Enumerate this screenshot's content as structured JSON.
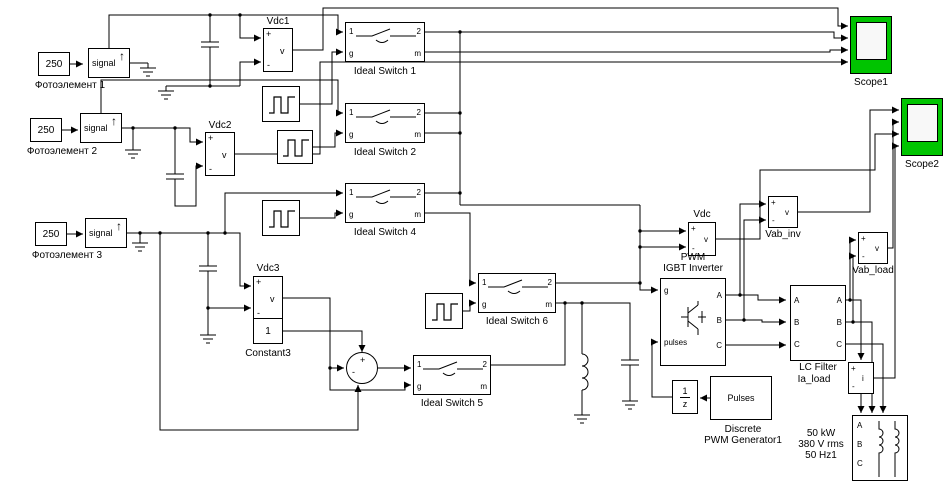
{
  "colors": {
    "scope_green": "#00c400",
    "wire": "#000000",
    "block_background": "#ffffff"
  },
  "icons": {
    "signal_arrow": "↑"
  },
  "labels": {
    "photocell1_value": "250",
    "photocell1_caption": "Фотоэлемент 1",
    "photocell2_value": "250",
    "photocell2_caption": "Фотоэлемент 2",
    "photocell3_value": "250",
    "photocell3_caption": "Фотоэлемент 3",
    "signal": "signal",
    "vdc1": "Vdc1",
    "vdc2": "Vdc2",
    "vdc3": "Vdc3",
    "vdc": "Vdc",
    "switch1": "Ideal Switch 1",
    "switch2": "Ideal Switch 2",
    "switch4": "Ideal Switch 4",
    "switch5": "Ideal Switch 5",
    "switch6": "Ideal Switch 6",
    "constant3_value": "1",
    "constant3_caption": "Constant3",
    "scope1": "Scope1",
    "scope2": "Scope2",
    "inverter_caption1": "PWM",
    "inverter_caption2": "IGBT Inverter",
    "pwmgen_caption1": "Discrete",
    "pwmgen_caption2": "PWM Generator1",
    "pulses_block": "Pulses",
    "lc_filter": "LC Filter",
    "ia_load": "Ia_load",
    "vab_inv": "Vab_inv",
    "vab_load": "Vab_load",
    "load_line1": "50 kW",
    "load_line2": "380 V rms",
    "load_line3": "50 Hz1"
  },
  "ports": {
    "p1": "1",
    "p2": "2",
    "g": "g",
    "m": "m",
    "plus": "+",
    "minus": "-",
    "v": "v",
    "i": "i",
    "a": "A",
    "b": "B",
    "c": "C",
    "pulses": "pulses",
    "delay_num": "1",
    "delay_den": "z"
  }
}
